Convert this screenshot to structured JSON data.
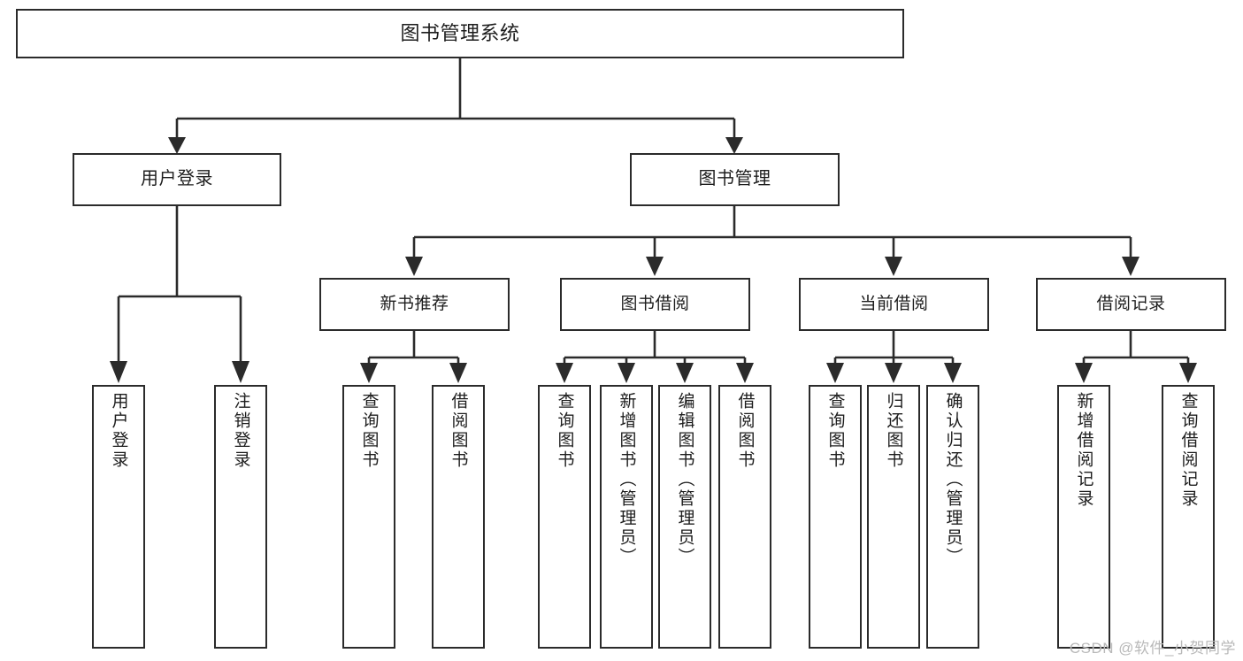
{
  "diagram": {
    "type": "tree-hierarchy-chart",
    "title": "图书管理系统",
    "orientation": "top-down",
    "background_color": "#ffffff",
    "line_color": "#2b2b2b",
    "text_color": "#1d1d1d",
    "root": {
      "id": "root",
      "label": "图书管理系统"
    },
    "level2": [
      {
        "id": "user-login",
        "label": "用户登录"
      },
      {
        "id": "book-management",
        "label": "图书管理"
      }
    ],
    "level3": [
      {
        "id": "new-book-recommend",
        "label": "新书推荐",
        "parent": "book-management"
      },
      {
        "id": "book-borrow",
        "label": "图书借阅",
        "parent": "book-management"
      },
      {
        "id": "current-borrow",
        "label": "当前借阅",
        "parent": "book-management"
      },
      {
        "id": "borrow-record",
        "label": "借阅记录",
        "parent": "book-management"
      }
    ],
    "leaves": [
      {
        "id": "leaf-user-login",
        "label": "用户登录",
        "parent": "user-login"
      },
      {
        "id": "leaf-logout-login",
        "label": "注销登录",
        "parent": "user-login"
      },
      {
        "id": "leaf-query-book-1",
        "label": "查询图书",
        "parent": "new-book-recommend"
      },
      {
        "id": "leaf-borrow-book-1",
        "label": "借阅图书",
        "parent": "new-book-recommend"
      },
      {
        "id": "leaf-query-book-2",
        "label": "查询图书",
        "parent": "book-borrow"
      },
      {
        "id": "leaf-add-book",
        "label": "新增图书（管理员）",
        "parent": "book-borrow"
      },
      {
        "id": "leaf-edit-book",
        "label": "编辑图书（管理员）",
        "parent": "book-borrow"
      },
      {
        "id": "leaf-borrow-book-2",
        "label": "借阅图书",
        "parent": "book-borrow"
      },
      {
        "id": "leaf-query-book-3",
        "label": "查询图书",
        "parent": "current-borrow"
      },
      {
        "id": "leaf-return-book",
        "label": "归还图书",
        "parent": "current-borrow"
      },
      {
        "id": "leaf-confirm-return",
        "label": "确认归还（管理员）",
        "parent": "current-borrow"
      },
      {
        "id": "leaf-add-record",
        "label": "新增借阅记录",
        "parent": "borrow-record"
      },
      {
        "id": "leaf-query-record",
        "label": "查询借阅记录",
        "parent": "borrow-record"
      }
    ]
  },
  "watermark": {
    "text": "CSDN @软件_小贺同学"
  }
}
